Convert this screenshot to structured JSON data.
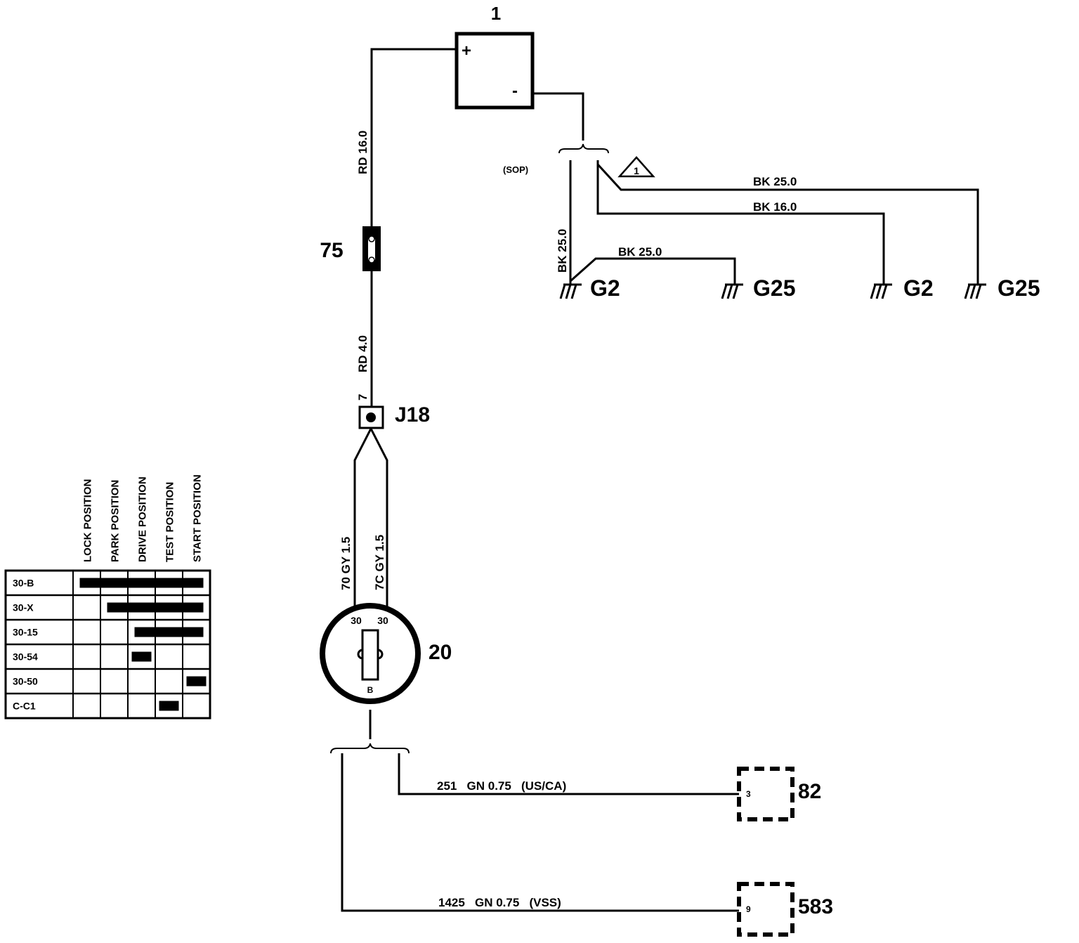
{
  "components": {
    "battery": {
      "ref": "1",
      "plus": "+",
      "minus": "-"
    },
    "fuse": {
      "ref": "75"
    },
    "connector": {
      "ref": "J18",
      "pin": "7"
    },
    "ignition_switch": {
      "ref": "20",
      "pin_a": "30",
      "pin_b": "30",
      "pin_out": "B"
    },
    "module_82": {
      "ref": "82",
      "pin": "3"
    },
    "module_583": {
      "ref": "583",
      "pin": "9"
    }
  },
  "grounds": [
    "G2",
    "G25",
    "G2",
    "G25"
  ],
  "wires": {
    "battery_fuse": "RD 16.0",
    "fuse_connector": "RD 4.0",
    "connector_pin": "7",
    "sop_label": "(SOP)",
    "ground_vertical": "BK 25.0",
    "ground_short": "BK 25.0",
    "ground_long_top": "BK 25.0",
    "ground_long_mid": "BK 16.0",
    "switch_left": "70 GY 1.5",
    "switch_right": "7C GY 1.5",
    "to_82": "251   GN 0.75   (US/CA)",
    "to_583": "1425   GN 0.75   (VSS)",
    "note_marker": "1"
  },
  "switch_table": {
    "positions": [
      "LOCK POSITION",
      "PARK POSITION",
      "DRIVE POSITION",
      "TEST POSITION",
      "START POSITION"
    ],
    "rows": [
      {
        "label": "30-B",
        "from": 0,
        "to": 4
      },
      {
        "label": "30-X",
        "from": 1,
        "to": 4
      },
      {
        "label": "30-15",
        "from": 2,
        "to": 4
      },
      {
        "label": "30-54",
        "from": 2,
        "to": 2
      },
      {
        "label": "30-50",
        "from": 4,
        "to": 4
      },
      {
        "label": "C-C1",
        "from": 3,
        "to": 3
      }
    ]
  }
}
